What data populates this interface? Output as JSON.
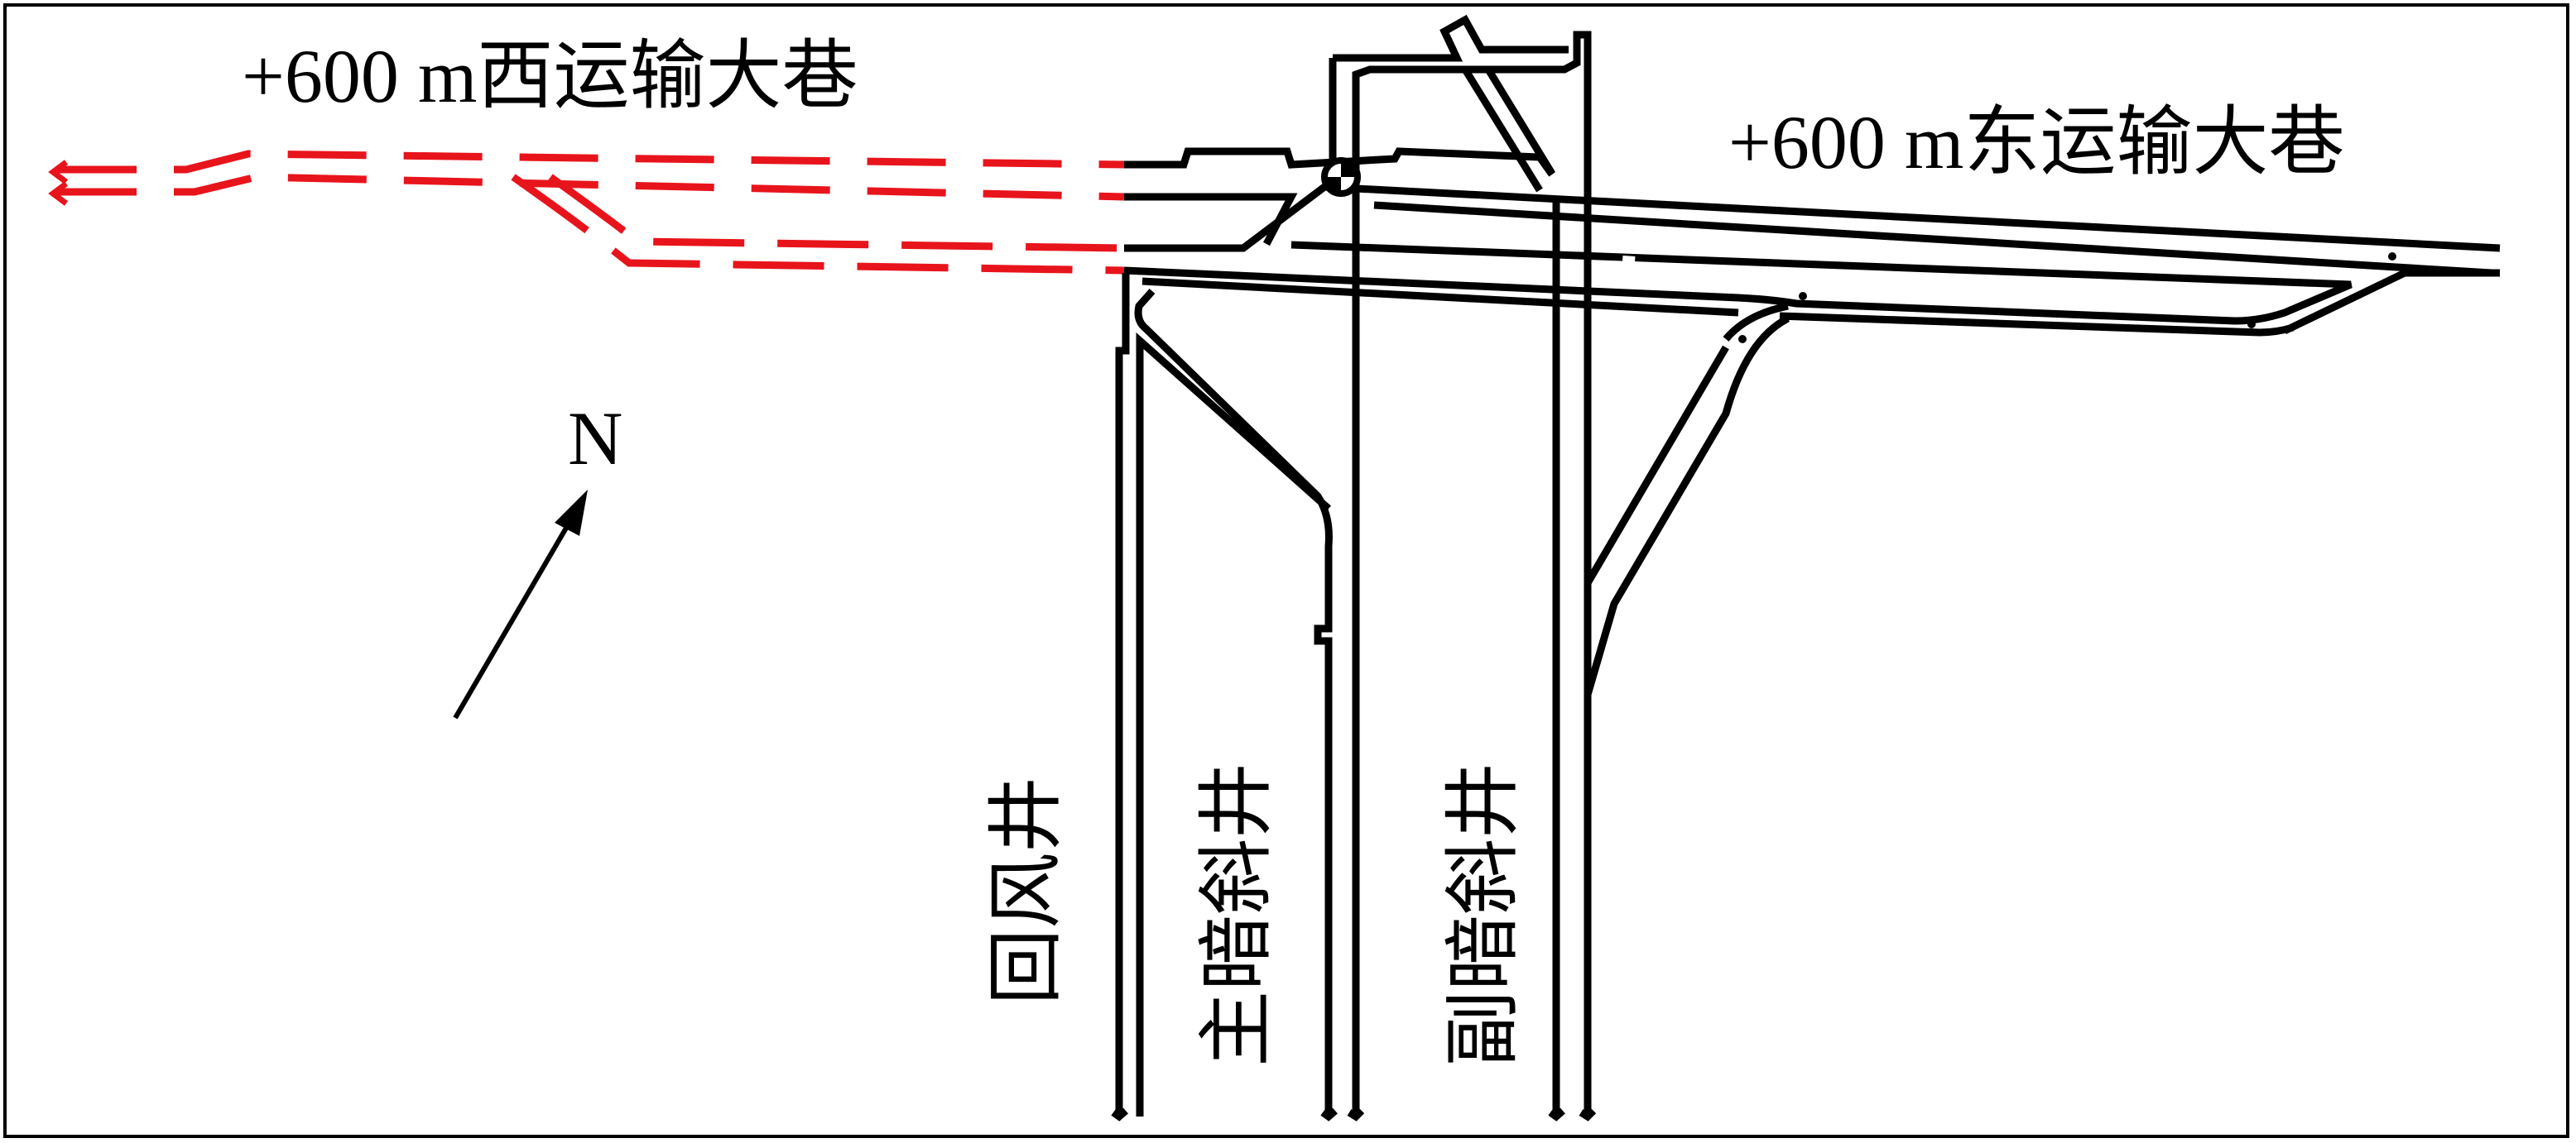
{
  "labels": {
    "west_roadway": "+600 m西运输大巷",
    "east_roadway": "+600 m东运输大巷",
    "north": "N",
    "return_air_shaft": "回风井",
    "main_blind_inclined_shaft": "主暗斜井",
    "auxiliary_blind_inclined_shaft": "副暗斜井"
  },
  "colors": {
    "existing_tunnel": "#000000",
    "planned_tunnel": "#e8141c",
    "background": "#ffffff"
  }
}
